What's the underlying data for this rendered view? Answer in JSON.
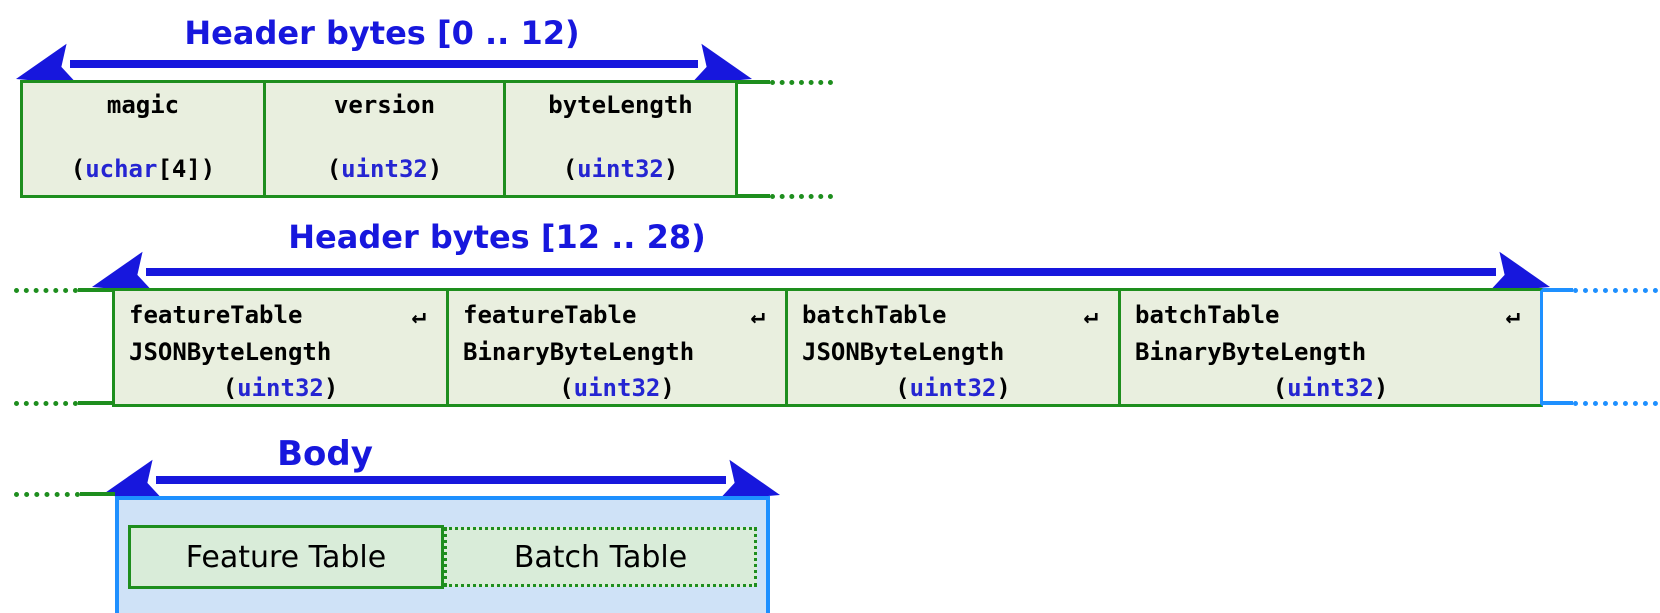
{
  "colors": {
    "green_border": "#1e8e1e",
    "cell_fill": "#e9efdf",
    "inner_box_fill": "#d9ecd9",
    "body_fill": "#cfe2f7",
    "body_border_blue": "#1e90ff",
    "arrow_title_blue": "#1717dd",
    "type_name_blue": "#2525d2",
    "text_black": "#000000"
  },
  "header1": {
    "title": "Header bytes [0 .. 12)",
    "cells": [
      {
        "name": "magic",
        "type_pre": "(",
        "type": "uchar",
        "type_post": "[4])"
      },
      {
        "name": "version",
        "type_pre": "(",
        "type": "uint32",
        "type_post": ")"
      },
      {
        "name": "byteLength",
        "type_pre": "(",
        "type": "uint32",
        "type_post": ")"
      }
    ]
  },
  "header2": {
    "title": "Header bytes [12 .. 28)",
    "wrap_glyph": "↵",
    "cells": [
      {
        "name": "featureTable",
        "name2": "JSONByteLength",
        "type_pre": "(",
        "type": "uint32",
        "type_post": ")"
      },
      {
        "name": "featureTable",
        "name2": "BinaryByteLength",
        "type_pre": "(",
        "type": "uint32",
        "type_post": ")"
      },
      {
        "name": "batchTable",
        "name2": "JSONByteLength",
        "type_pre": "(",
        "type": "uint32",
        "type_post": ")"
      },
      {
        "name": "batchTable",
        "name2": "BinaryByteLength",
        "type_pre": "(",
        "type": "uint32",
        "type_post": ")"
      }
    ]
  },
  "body": {
    "title": "Body",
    "boxes": [
      {
        "label": "Feature Table"
      },
      {
        "label": "Batch Table"
      }
    ]
  }
}
